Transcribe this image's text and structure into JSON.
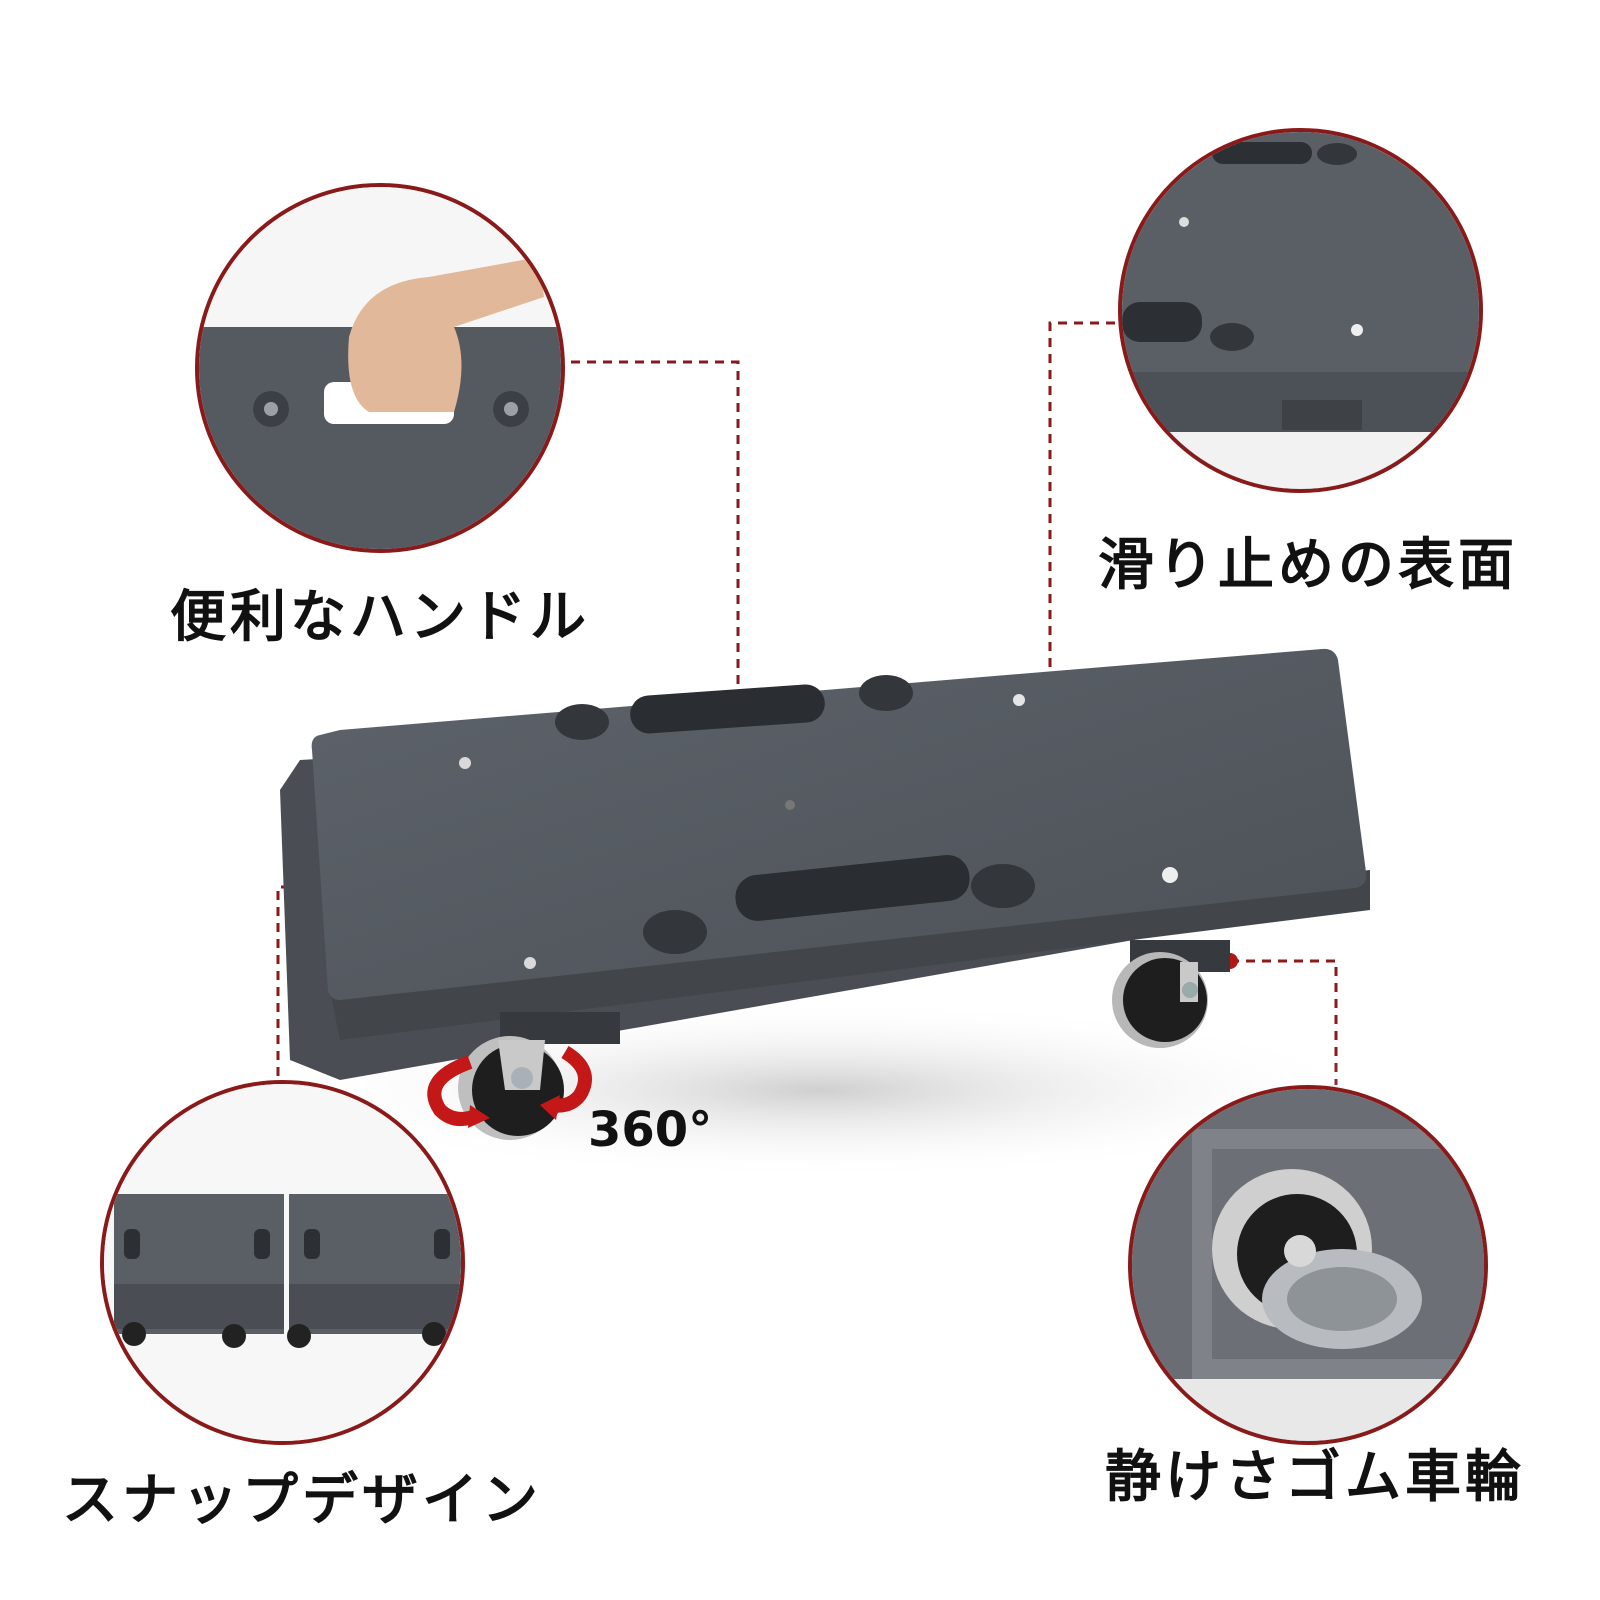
{
  "image": {
    "description": "Product feature infographic of a gray plastic furniture dolly with four swivel casters",
    "colors": {
      "background": "#ffffff",
      "product_gray": "#5a5f66",
      "product_dark": "#3a3e44",
      "accent_red": "#b01818",
      "callout_ring": "#8a1a1a",
      "text": "#111111"
    }
  },
  "callouts": [
    {
      "id": "handle",
      "label": "便利なハンドル"
    },
    {
      "id": "surface",
      "label": "滑り止めの表面"
    },
    {
      "id": "snap",
      "label": "スナップデザイン"
    },
    {
      "id": "wheels",
      "label": "静けさゴム車輪"
    }
  ],
  "rotation_label": "360°"
}
